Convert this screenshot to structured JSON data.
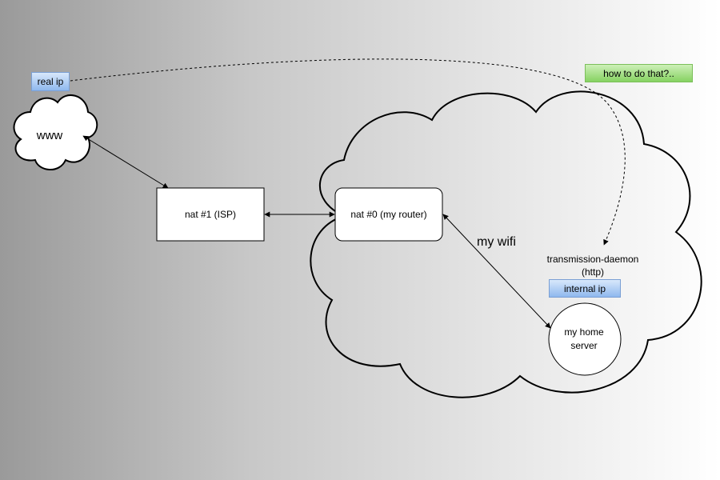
{
  "labels": {
    "real_ip": "real ip",
    "www": "www",
    "nat1": "nat #1 (ISP)",
    "nat0": "nat #0 (my router)",
    "my_wifi": "my wifi",
    "daemon_line1": "transmission-daemon",
    "daemon_line2": "(http)",
    "internal_ip": "internal ip",
    "server_line1": "my home",
    "server_line2": "server",
    "question": "how to do that?.."
  },
  "colors": {
    "tag_blue": "#a9c8f2",
    "tag_green": "#9edc7e"
  }
}
